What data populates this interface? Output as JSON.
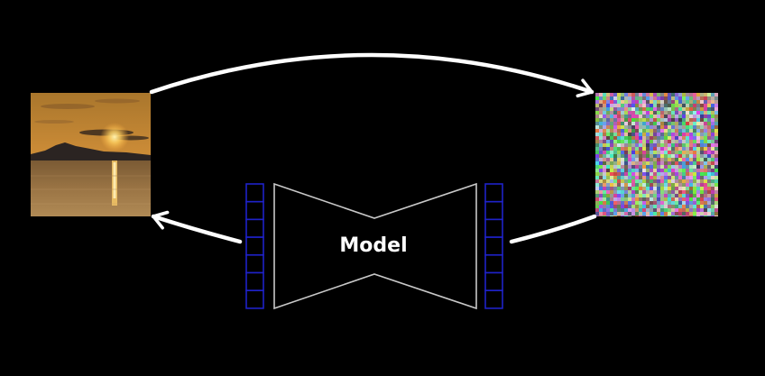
{
  "diagram": {
    "model_label": "Model",
    "source_image_icon": "sunset-photo-icon",
    "noise_image_icon": "random-noise-icon",
    "colors": {
      "background": "#000000",
      "arrow": "#ffffff",
      "model_outline": "#c8c8c8",
      "embedding_cells": "#1e22c8",
      "label": "#ffffff"
    },
    "embedding_vectors": {
      "input_cells": 7,
      "output_cells": 7
    }
  }
}
